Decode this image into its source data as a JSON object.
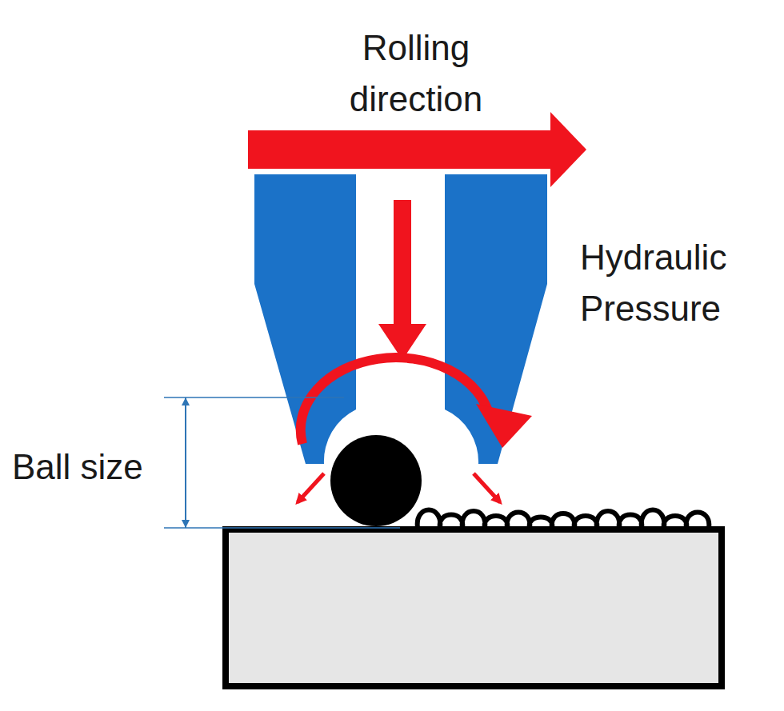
{
  "diagram": {
    "labels": [
      "Rolling direction",
      "Hydraulic Pressure",
      "Ball size"
    ]
  }
}
